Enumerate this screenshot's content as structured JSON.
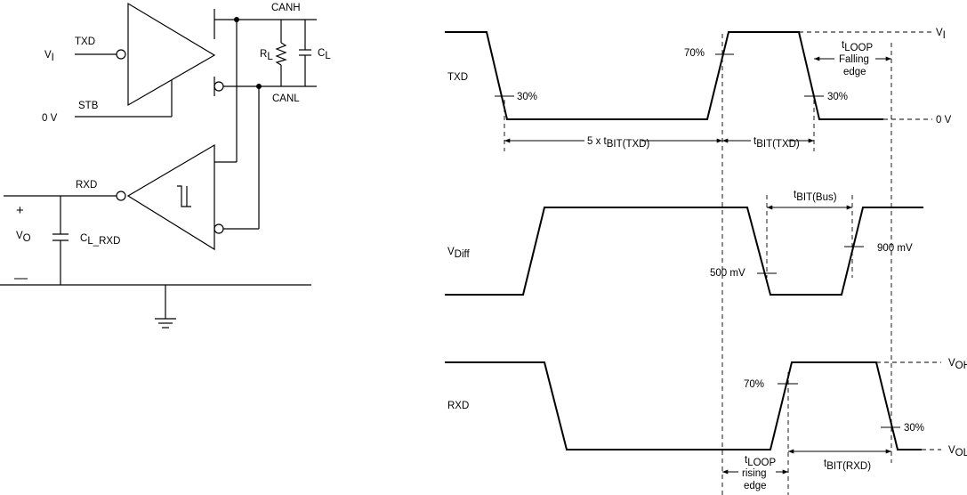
{
  "circuit": {
    "txd_input": "TXD",
    "vi_input": {
      "main": "V",
      "sub": "I"
    },
    "stb_input": "STB",
    "zero_v": "0 V",
    "canh": "CANH",
    "canl": "CANL",
    "rl": {
      "main": "R",
      "sub": "L"
    },
    "cl": {
      "main": "C",
      "sub": "L"
    },
    "rxd_output": "RXD",
    "plus_sign": "+",
    "minus_sign": "—",
    "vo": {
      "main": "V",
      "sub": "O"
    },
    "cl_rxd": {
      "main": "C",
      "sub": "L_RXD"
    }
  },
  "timing": {
    "txd": {
      "label": "TXD",
      "pct_70": "70%",
      "pct_30_left": "30%",
      "pct_30_right": "30%",
      "vi_level": {
        "main": "V",
        "sub": "I"
      },
      "zero_level": "0 V",
      "five_x": {
        "main": "5 x t",
        "sub": "BIT(TXD)"
      },
      "tbit_txd": {
        "main": "t",
        "sub": "BIT(TXD)"
      },
      "tloop_falling": {
        "main": "t",
        "sub": "LOOP",
        "line2": "Falling",
        "line3": "edge"
      }
    },
    "vdiff": {
      "label": {
        "main": "V",
        "sub": "Diff"
      },
      "mv_500": "500 mV",
      "mv_900": "900 mV",
      "tbit_bus": {
        "main": "t",
        "sub": "BIT(Bus)"
      }
    },
    "rxd": {
      "label": "RXD",
      "pct_70": "70%",
      "pct_30": "30%",
      "voh": {
        "main": "V",
        "sub": "OH"
      },
      "vol": {
        "main": "V",
        "sub": "OL"
      },
      "tloop_rising": {
        "main": "t",
        "sub": "LOOP",
        "line2": "rising",
        "line3": "edge"
      },
      "tbit_rxd": {
        "main": "t",
        "sub": "BIT(RXD)"
      }
    }
  }
}
